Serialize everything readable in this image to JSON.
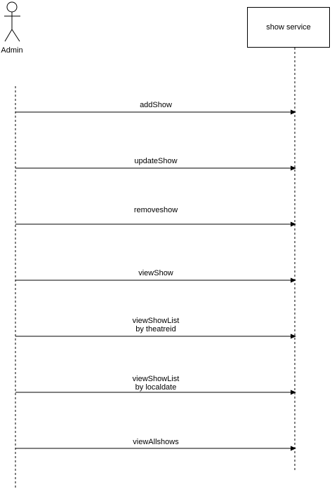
{
  "actor": {
    "name": "Admin"
  },
  "participant": {
    "name": "show service"
  },
  "messages": [
    {
      "lines": [
        "addShow"
      ]
    },
    {
      "lines": [
        "updateShow"
      ]
    },
    {
      "lines": [
        "removeshow"
      ]
    },
    {
      "lines": [
        "viewShow"
      ]
    },
    {
      "lines": [
        "viewShowList",
        "by theatreid"
      ]
    },
    {
      "lines": [
        "viewShowList",
        "by localdate"
      ]
    },
    {
      "lines": [
        "viewAllshows"
      ]
    }
  ],
  "colors": {
    "line": "#000000",
    "background": "#ffffff"
  }
}
